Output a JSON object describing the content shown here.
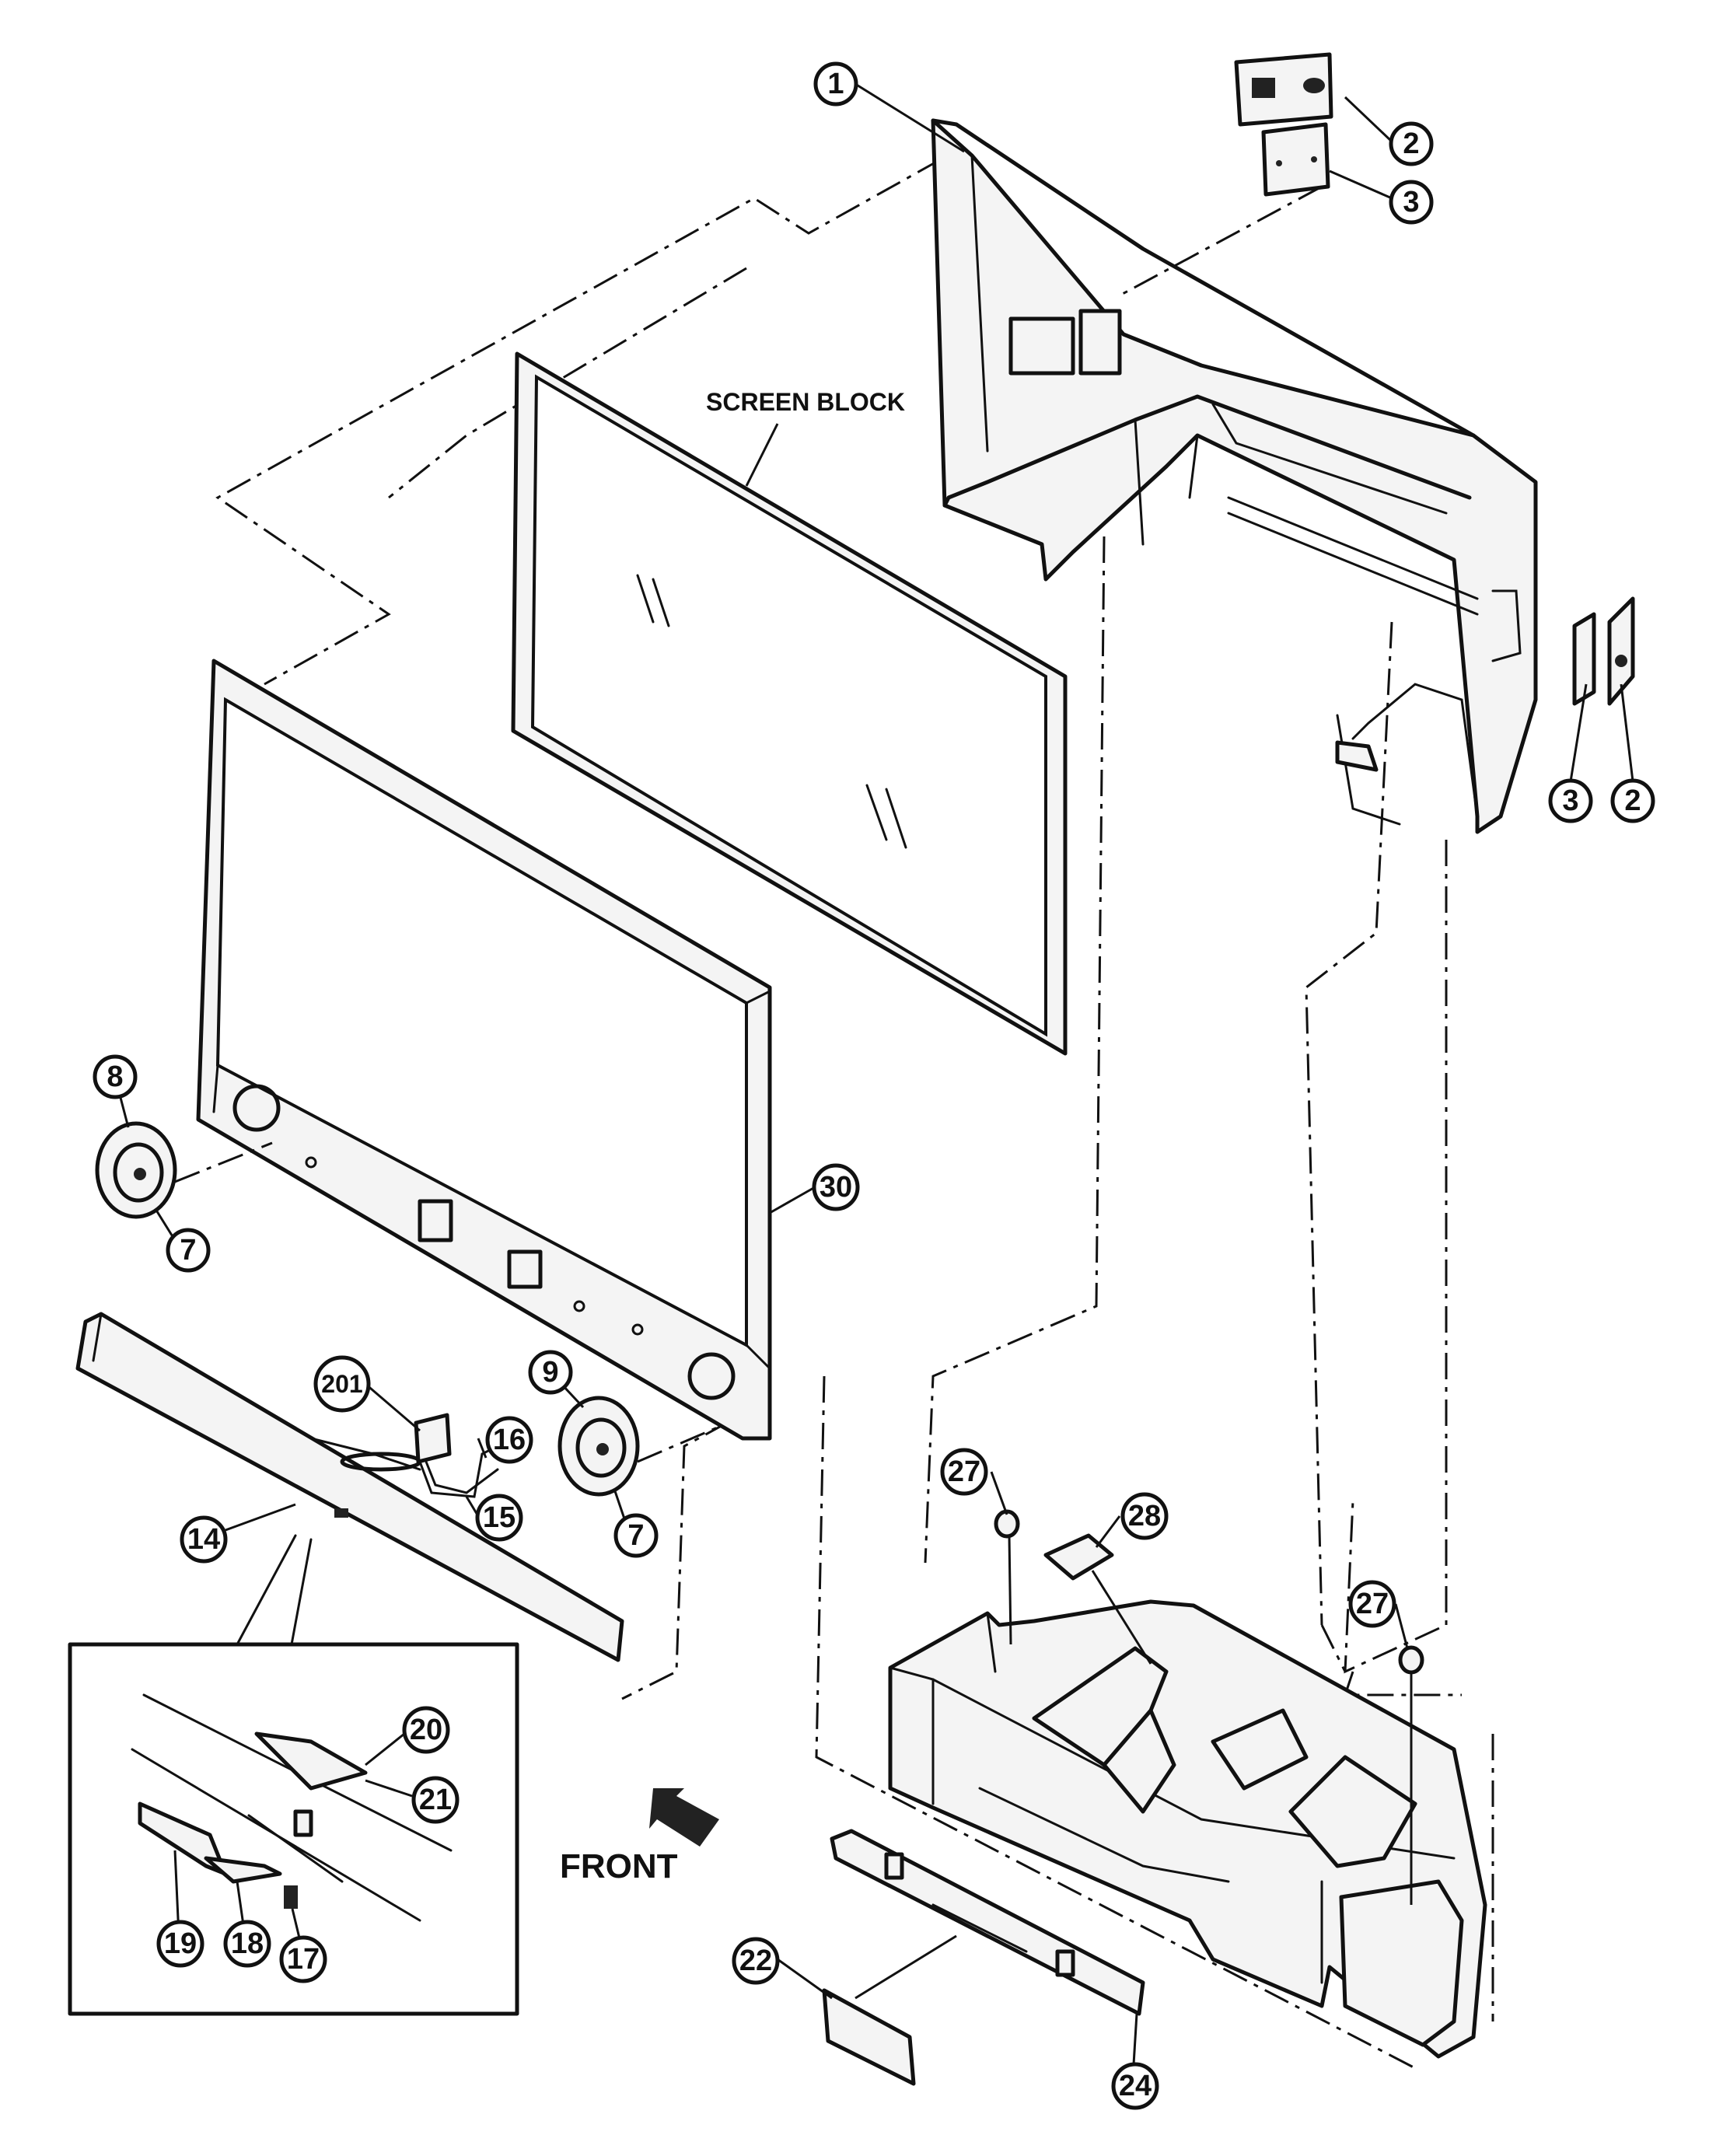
{
  "labels": {
    "screen_block": "SCREEN BLOCK",
    "front": "FRONT"
  },
  "callouts": {
    "c1": "1",
    "c2a": "2",
    "c3a": "3",
    "c3b": "3",
    "c2b": "2",
    "c8": "8",
    "c7a": "7",
    "c30": "30",
    "c9": "9",
    "c201": "201",
    "c16": "16",
    "c15": "15",
    "c7b": "7",
    "c14": "14",
    "c27a": "27",
    "c28": "28",
    "c27b": "27",
    "c20": "20",
    "c21": "21",
    "c19": "19",
    "c18": "18",
    "c17": "17",
    "c22": "22",
    "c24": "24"
  }
}
